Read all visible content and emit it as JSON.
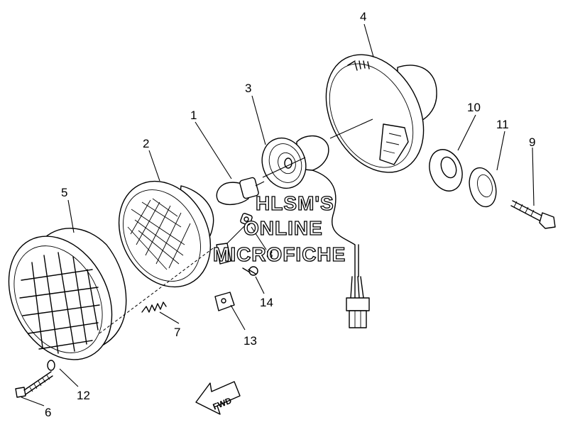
{
  "watermark": {
    "line1": "HLSM'S",
    "line2": "ONLINE",
    "line3": "MICROFICHE"
  },
  "direction_arrow": {
    "label": "FWD"
  },
  "part_labels": {
    "p1": "1",
    "p2": "2",
    "p3": "3",
    "p4": "4",
    "p5": "5",
    "p6": "6",
    "p7": "7",
    "p8": "8",
    "p9": "9",
    "p10": "10",
    "p11": "11",
    "p12": "12",
    "p13": "13",
    "p14": "14"
  }
}
